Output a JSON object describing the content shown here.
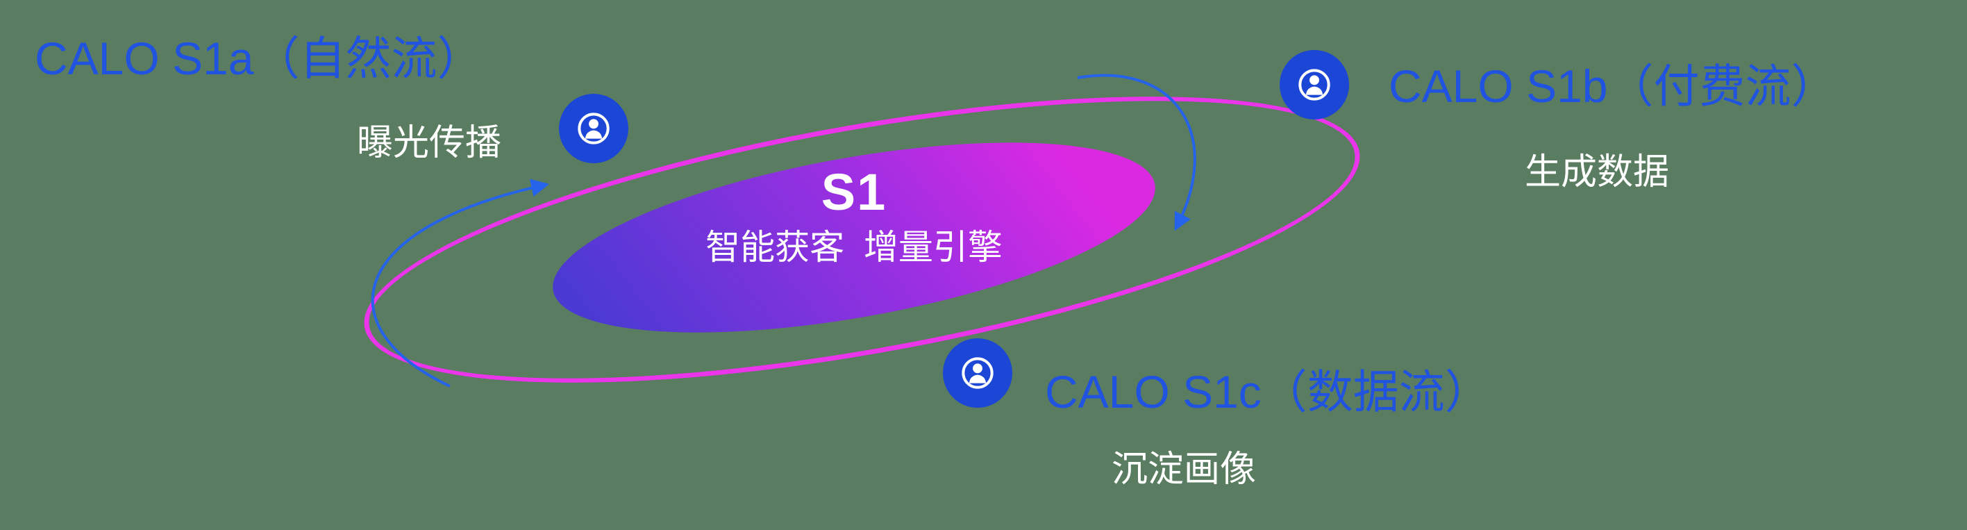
{
  "diagram": {
    "center": {
      "title": "S1",
      "subtitle": "智能获客  增量引擎"
    },
    "nodes": [
      {
        "id": "s1a",
        "label": "CALO S1a（自然流）",
        "sublabel": "曝光传播",
        "icon": "user-in-circle-icon"
      },
      {
        "id": "s1b",
        "label": "CALO S1b（付费流）",
        "sublabel": "生成数据",
        "icon": "user-in-circle-icon"
      },
      {
        "id": "s1c",
        "label": "CALO S1c（数据流）",
        "sublabel": "沉淀画像",
        "icon": "user-in-circle-icon"
      }
    ],
    "arrows": [
      {
        "id": "cycle-arrow-left",
        "direction": "counter-clockwise-up"
      },
      {
        "id": "cycle-arrow-right",
        "direction": "clockwise-down"
      }
    ]
  },
  "colors": {
    "background": "#5a7c60",
    "accent_blue": "#2053e0",
    "ring_magenta": "#ea35ea",
    "node_blue": "#1b46d6",
    "arrow_blue": "#2563eb",
    "gradient_start": "#4a3ad2",
    "gradient_mid": "#9c2fe2",
    "gradient_end": "#db29e2",
    "text_white": "#ffffff"
  }
}
